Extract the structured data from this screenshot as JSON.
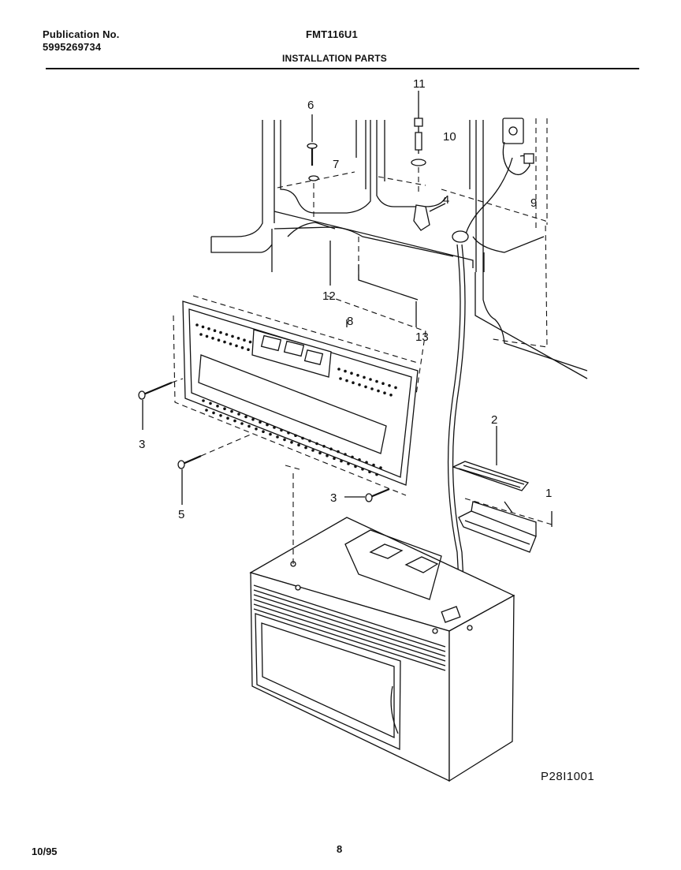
{
  "header": {
    "publication_label": "Publication No.",
    "publication_number": "5995269734",
    "model": "FMT116U1",
    "section_title": "INSTALLATION PARTS"
  },
  "diagram": {
    "id_code": "P28I1001",
    "callouts": [
      "1",
      "2",
      "3",
      "3",
      "4",
      "5",
      "6",
      "7",
      "8",
      "9",
      "10",
      "11",
      "12",
      "13"
    ]
  },
  "footer": {
    "date": "10/95",
    "page": "8"
  }
}
